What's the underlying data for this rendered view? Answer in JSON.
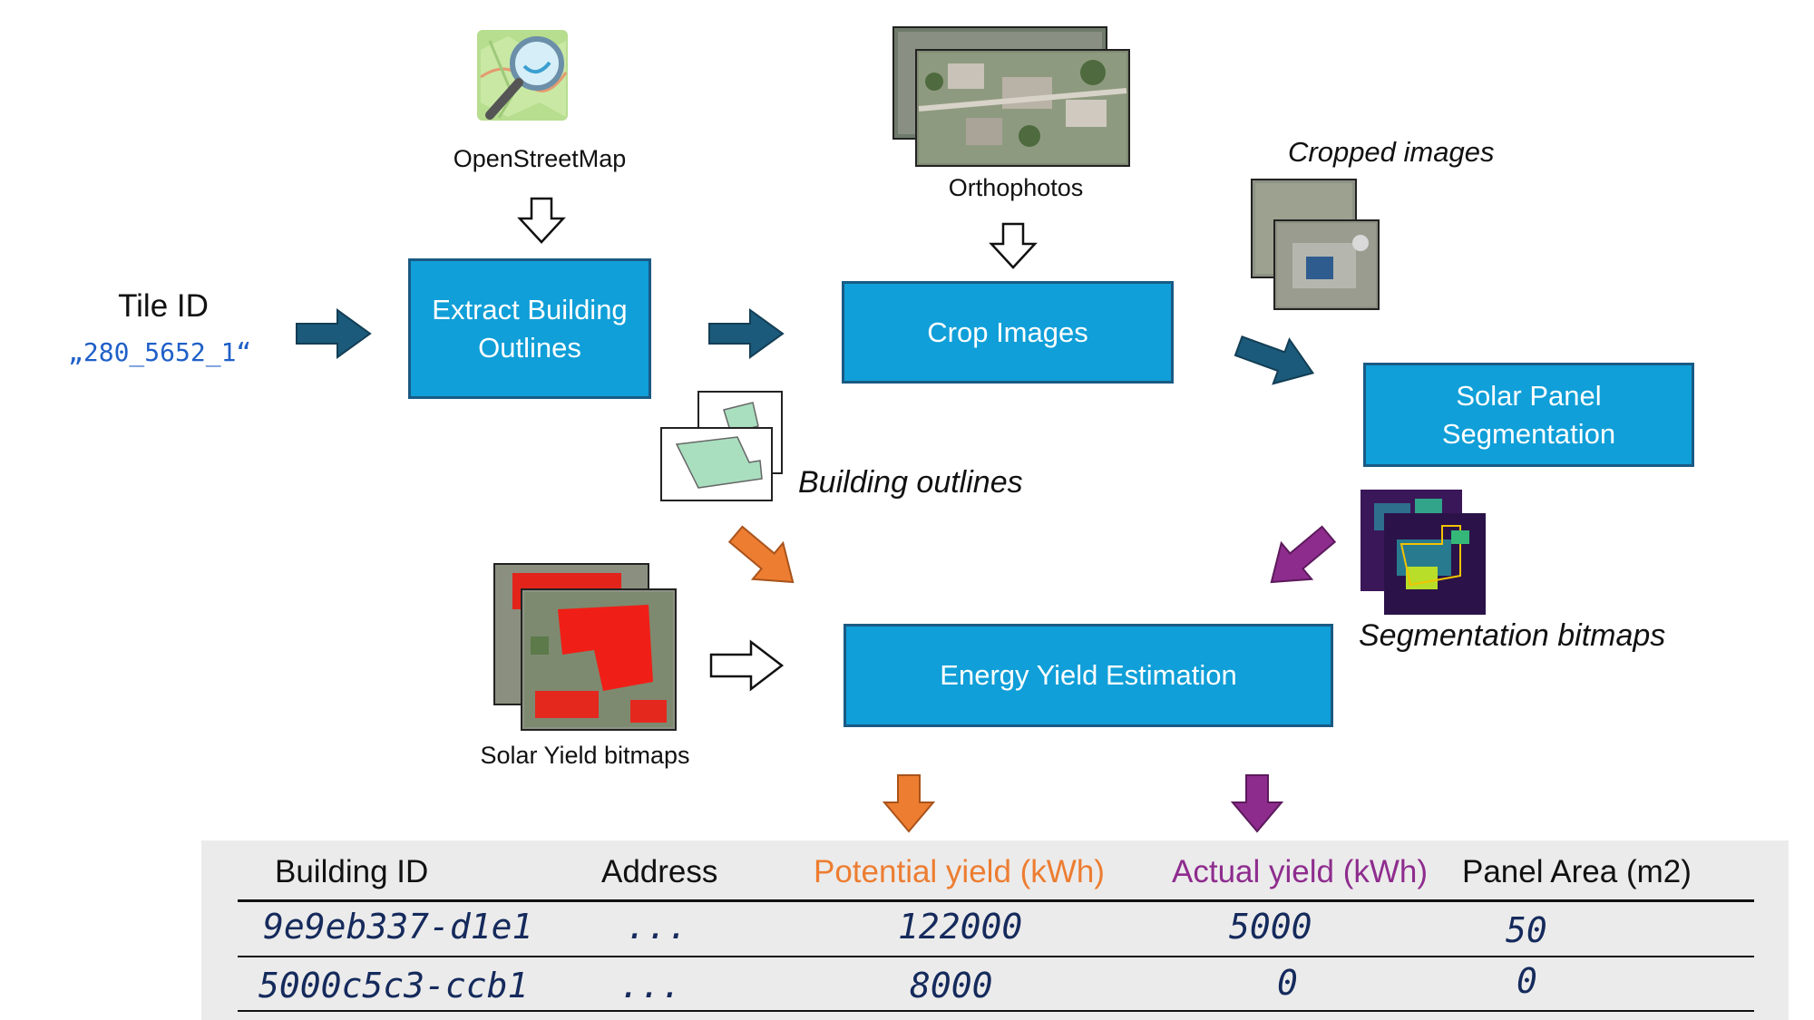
{
  "input": {
    "tile_id_label": "Tile ID",
    "tile_id_value": "„280_5652_1“"
  },
  "sources": {
    "osm_label": "OpenStreetMap",
    "orthophotos_label": "Orthophotos",
    "cropped_label": "Cropped images",
    "building_outlines_label": "Building outlines",
    "solar_yield_label": "Solar Yield bitmaps",
    "segmentation_label": "Segmentation bitmaps"
  },
  "processes": {
    "extract": "Extract Building\nOutlines",
    "crop": "Crop Images",
    "segment": "Solar Panel\nSegmentation",
    "energy": "Energy Yield Estimation"
  },
  "colors": {
    "process_fill": "#109fd8",
    "process_border": "#1a5a84",
    "flow_arrow": "#1b5a7a",
    "potential": "#ed7d31",
    "actual": "#8e2c8e",
    "code_blue": "#1f5fc8"
  },
  "table": {
    "headers": {
      "building_id": "Building ID",
      "address": "Address",
      "potential": "Potential yield (kWh)",
      "actual": "Actual yield (kWh)",
      "panel_area": "Panel Area (m2)"
    },
    "rows": [
      {
        "building_id": "9e9eb337-d1e1",
        "address": "...",
        "potential": "122000",
        "actual": "5000",
        "panel_area": "50"
      },
      {
        "building_id": "5000c5c3-ccb1",
        "address": "...",
        "potential": "8000",
        "actual": "0",
        "panel_area": "0"
      }
    ]
  }
}
